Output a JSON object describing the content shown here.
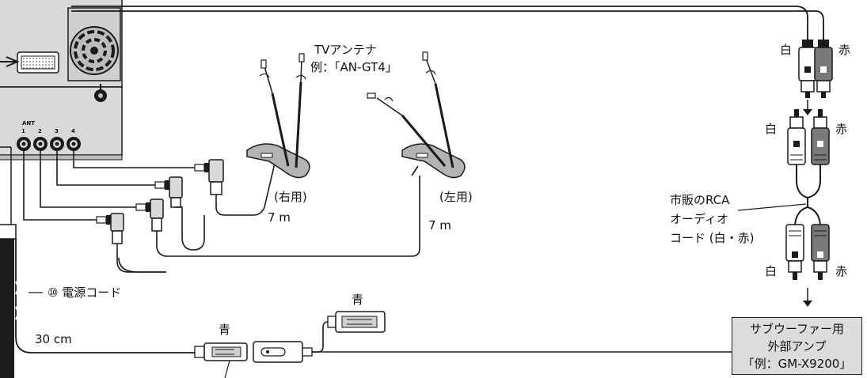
{
  "labels": {
    "tv_antenna_title": "TVアンテナ",
    "tv_antenna_example": "例：「AN-GT4」",
    "right_use": "(右用)",
    "left_use": "(左用)",
    "length_7m_right": "7 m",
    "length_7m_left": "7 m",
    "power_cord": "⑩ 電源コード",
    "length_30cm": "30 cm",
    "blue_1": "青",
    "blue_2": "青",
    "white_1": "白",
    "red_1": "赤",
    "white_2": "白",
    "red_2": "赤",
    "white_3": "白",
    "red_3": "赤",
    "rca_cord": [
      "市販のRCA",
      "オーディオ",
      "コード (白・赤)"
    ],
    "ant": "ANT",
    "ant_ports": [
      "1",
      "2",
      "3",
      "4"
    ]
  },
  "amp_box": {
    "lines": [
      "サブウーファー用",
      "外部アンプ",
      "「例：GM-X9200」"
    ]
  },
  "colors": {
    "line": "#1a1a1a",
    "unit_fill": "#d9d9d9",
    "antenna_fill": "#b3b3b3",
    "rca_red_fill": "#7a7a7a",
    "amp_fill": "#dcdcdc"
  }
}
